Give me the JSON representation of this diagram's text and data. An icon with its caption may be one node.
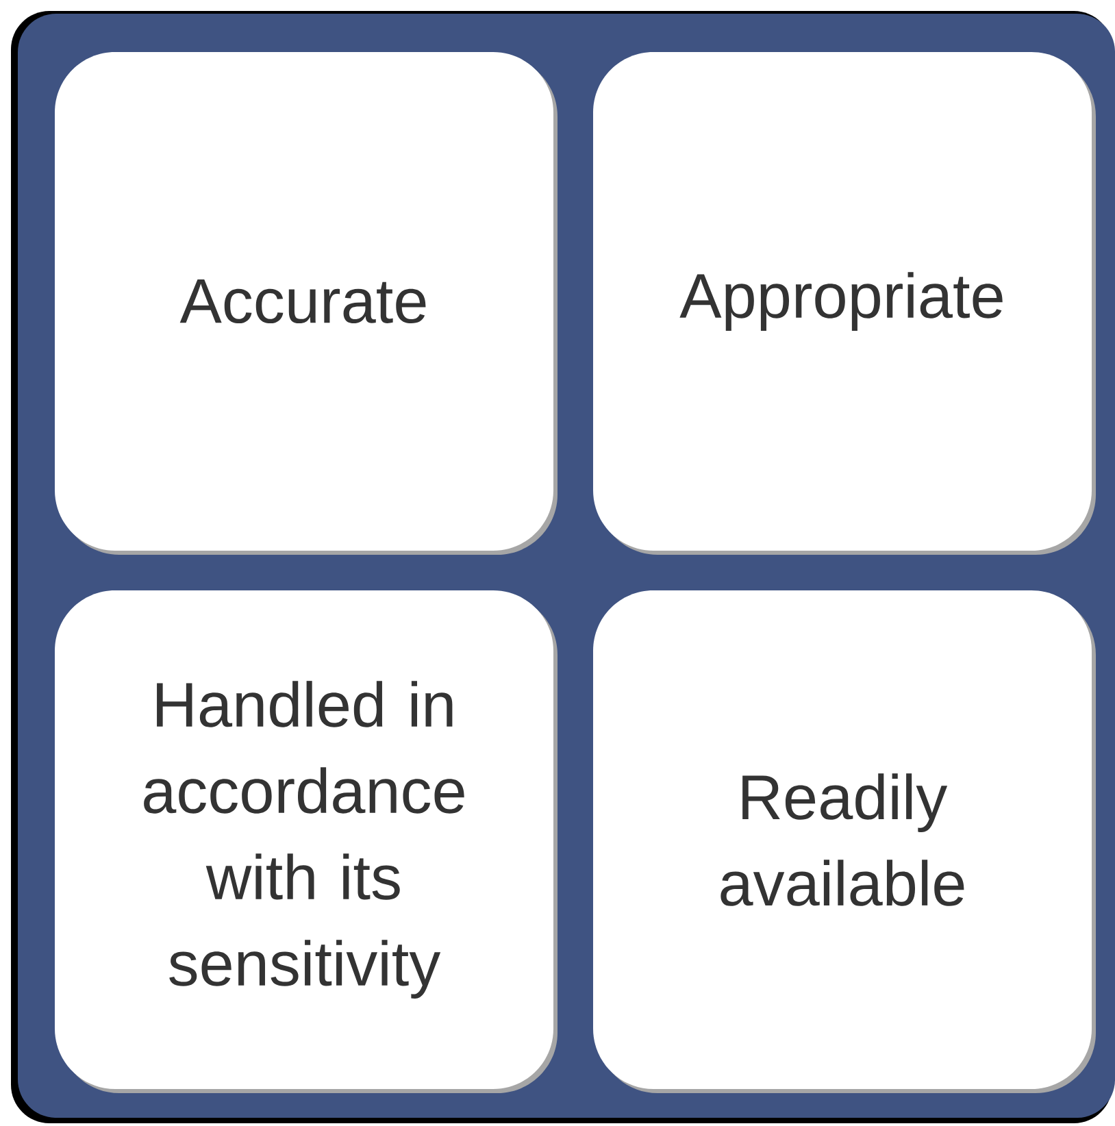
{
  "diagram": {
    "nodes": [
      {
        "text": [
          "Accurate"
        ]
      },
      {
        "text": [
          "Appropriate"
        ]
      },
      {
        "text": [
          "Handled in accordance with its sensitivity"
        ]
      },
      {
        "text": [
          "Readily available"
        ]
      }
    ]
  }
}
